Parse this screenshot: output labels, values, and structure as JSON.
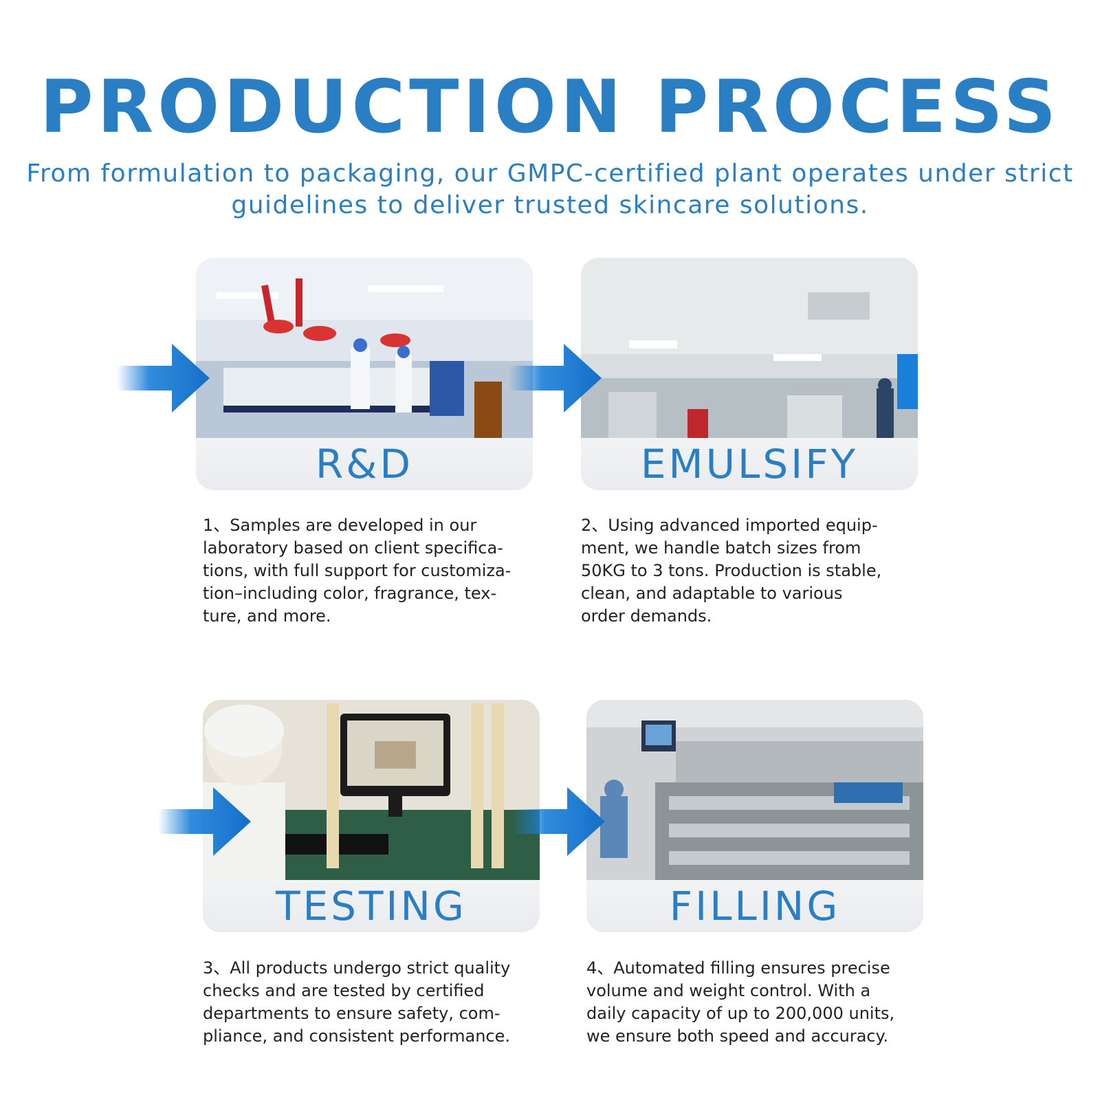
{
  "header": {
    "title": "PRODUCTION PROCESS",
    "subtitle_line1": "From formulation to packaging, our GMPC-certified plant operates under strict",
    "subtitle_line2": "guidelines to deliver trusted skincare solutions."
  },
  "steps": [
    {
      "label": "R&D",
      "description": "1、Samples are developed in our\nlaboratory based on client specifica-\ntions, with full support for customiza-\ntion–including color, fragrance, tex-\nture, and more."
    },
    {
      "label": "EMULSIFY",
      "description": "2、Using advanced imported equip-\nment, we handle batch sizes from\n50KG to 3 tons. Production is stable,\nclean, and adaptable to various\norder demands."
    },
    {
      "label": "TESTING",
      "description": "3、All products undergo strict quality\nchecks and are tested by certified\ndepartments to ensure safety, com-\npliance, and consistent performance."
    },
    {
      "label": "FILLING",
      "description": "4、Automated filling ensures precise\nvolume and weight control. With a\ndaily capacity of up to 200,000 units,\nwe ensure both speed and accuracy."
    }
  ],
  "colors": {
    "accent": "#2a7ec4",
    "arrow": "#1a7fd9"
  },
  "icons": [
    "right-arrow-icon"
  ]
}
